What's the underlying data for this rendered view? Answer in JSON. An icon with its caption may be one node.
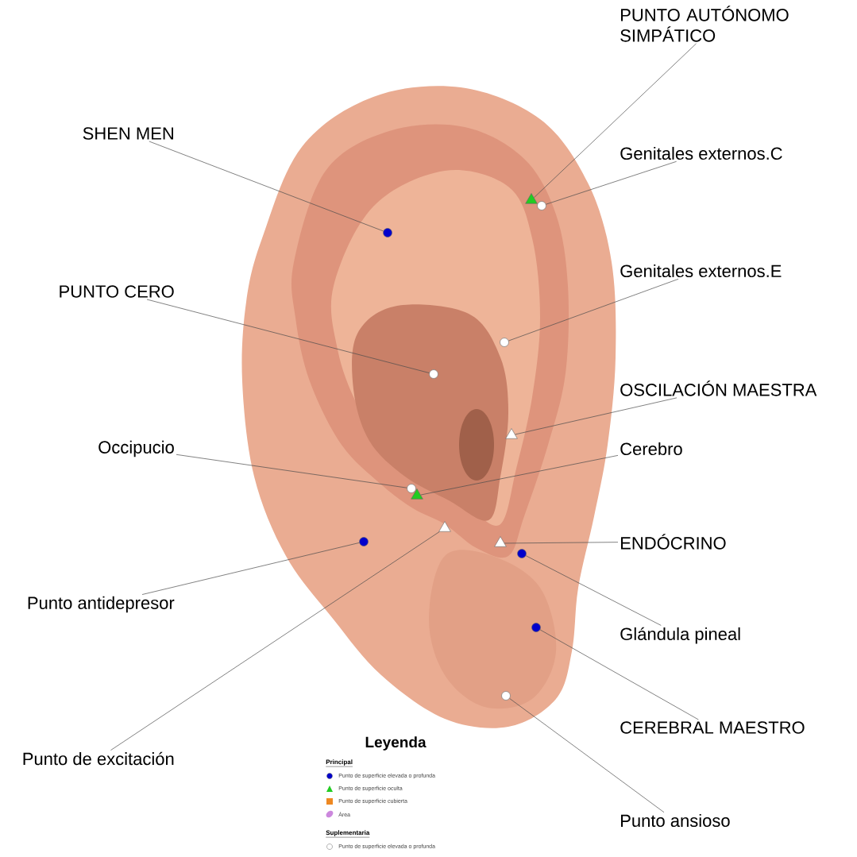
{
  "diagram": {
    "nodes": [
      {
        "text": [
          "PUNTO AUTÓNOMO SIMPÁTICO"
        ]
      },
      {
        "text": [
          "SHEN MEN"
        ]
      },
      {
        "text": [
          "Genitales externos.C"
        ]
      },
      {
        "text": [
          "Genitales externos.E"
        ]
      },
      {
        "text": [
          "PUNTO CERO"
        ]
      },
      {
        "text": [
          "OSCILACIÓN MAESTRA"
        ]
      },
      {
        "text": [
          "Occipucio"
        ]
      },
      {
        "text": [
          "Cerebro"
        ]
      },
      {
        "text": [
          "ENDÓCRINO"
        ]
      },
      {
        "text": [
          "Punto antidepresor"
        ]
      },
      {
        "text": [
          "Glándula pineal"
        ]
      },
      {
        "text": [
          "CEREBRAL MAESTRO"
        ]
      },
      {
        "text": [
          "Punto de excitación"
        ]
      },
      {
        "text": [
          "Punto ansioso"
        ]
      },
      {
        "text": [],
        "shape": "triangle"
      },
      {
        "text": [],
        "shape": "circle"
      },
      {
        "text": [],
        "shape": "circle"
      },
      {
        "text": [],
        "shape": "circle"
      },
      {
        "text": [],
        "shape": "circle"
      },
      {
        "text": [],
        "shape": "triangle"
      },
      {
        "text": [],
        "shape": "circle"
      },
      {
        "text": [],
        "shape": "triangle"
      },
      {
        "text": [],
        "shape": "triangle"
      },
      {
        "text": [],
        "shape": "circle"
      },
      {
        "text": [],
        "shape": "triangle"
      },
      {
        "text": [],
        "shape": "circle"
      },
      {
        "text": [],
        "shape": "circle"
      },
      {
        "text": [],
        "shape": "circle"
      }
    ],
    "edges": [
      {
        "from": 0,
        "to": 14,
        "arrow": "none"
      },
      {
        "from": 1,
        "to": 16,
        "arrow": "none"
      },
      {
        "from": 2,
        "to": 15,
        "arrow": "none"
      },
      {
        "from": 3,
        "to": 17,
        "arrow": "none"
      },
      {
        "from": 4,
        "to": 18,
        "arrow": "none"
      },
      {
        "from": 5,
        "to": 19,
        "arrow": "none"
      },
      {
        "from": 6,
        "to": 20,
        "arrow": "none"
      },
      {
        "from": 7,
        "to": 21,
        "arrow": "none"
      },
      {
        "from": 8,
        "to": 24,
        "arrow": "none"
      },
      {
        "from": 9,
        "to": 23,
        "arrow": "none"
      },
      {
        "from": 10,
        "to": 25,
        "arrow": "none"
      },
      {
        "from": 11,
        "to": 26,
        "arrow": "none"
      },
      {
        "from": 12,
        "to": 22,
        "arrow": "none"
      },
      {
        "from": 13,
        "to": 27,
        "arrow": "none"
      }
    ],
    "labels": [
      "Leyenda",
      "Principal",
      "Suplementaria"
    ],
    "legend": [
      {
        "text": "Punto de superficie elevada o profunda",
        "color": "#0000cc"
      },
      {
        "text": "Punto de superficie oculta",
        "color": "#22cc22"
      },
      {
        "text": "Punto de superficie cubierta",
        "color": "#ee8822"
      },
      {
        "text": "Área",
        "color": "#cc88dd"
      },
      {
        "text": "Punto de superficie elevada o profunda",
        "color": "#ffffff"
      }
    ]
  }
}
